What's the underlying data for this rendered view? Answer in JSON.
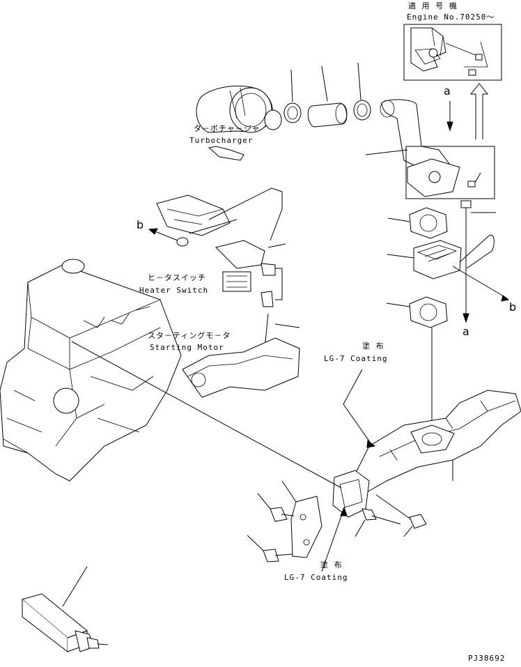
{
  "labels": {
    "applicable_jp": "適 用 号 機",
    "engine_no": "Engine No.70250～",
    "turbo_jp": "タ－ボチャ－ジャ",
    "turbo_en": "Turbocharger",
    "heater_jp": "ヒ－タスイッチ",
    "heater_en": "Heater Switch",
    "starting_jp": "スタ－ティングモ－タ",
    "starting_en": "Starting Motor",
    "coating_jp_1": "塗 布",
    "coating_en_1": "LG-7 Coating",
    "coating_jp_2": "塗 布",
    "coating_en_2": "LG-7 Coating",
    "ref_a_top": "a",
    "ref_a_bottom": "a",
    "ref_b_left": "b",
    "ref_b_right": "b",
    "drawing_no": "PJ38692"
  }
}
